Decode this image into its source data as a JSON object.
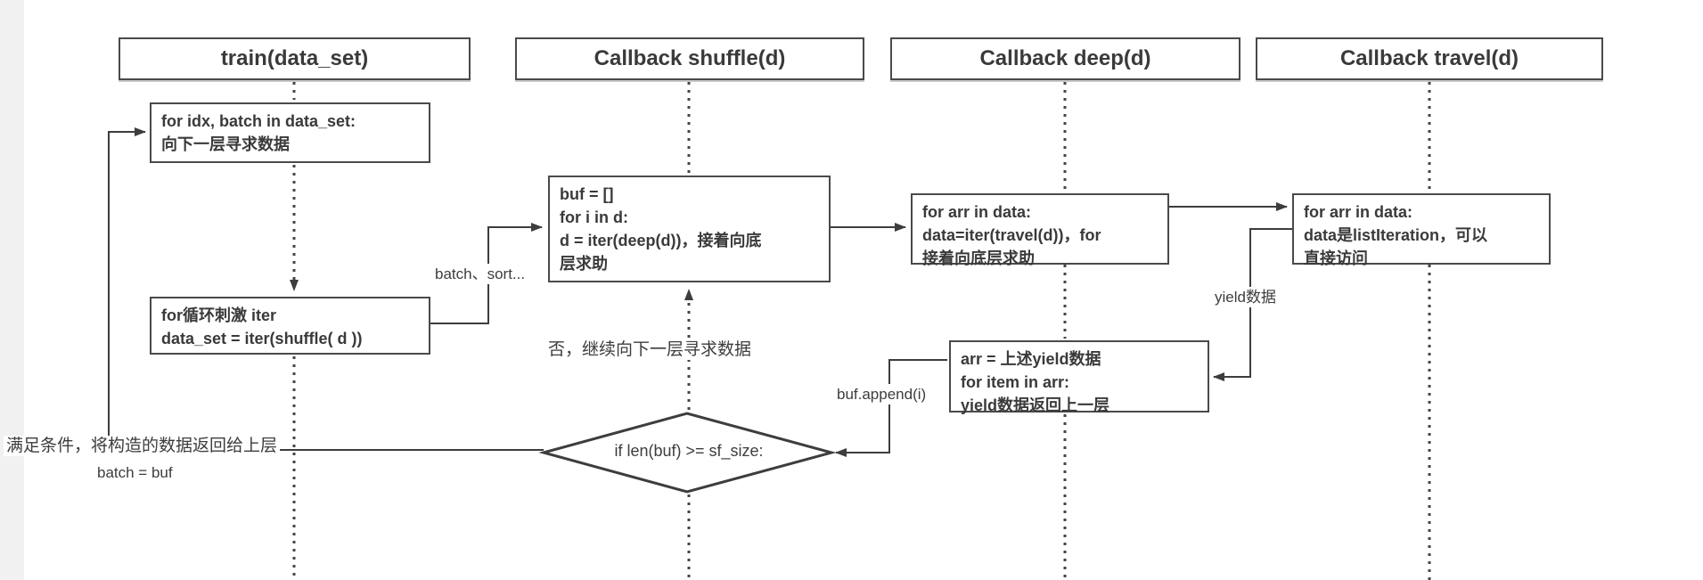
{
  "diagram": {
    "headers": [
      {
        "label": "train(data_set)"
      },
      {
        "label": "Callback shuffle(d)"
      },
      {
        "label": "Callback deep(d)"
      },
      {
        "label": "Callback travel(d)"
      }
    ],
    "boxes": {
      "train_loop": "for idx, batch in data_set:\n向下一层寻求数据",
      "train_iter": "for循环刺激 iter\ndata_set = iter(shuffle( d ))",
      "shuffle_body": "buf = []\nfor i in d:\nd = iter(deep(d))，接着向底\n层求助",
      "deep_body": "for arr in data:\ndata=iter(travel(d))，for\n接着向底层求助",
      "travel_body": "for arr in data:\ndata是listIteration，可以\n直接访问",
      "yield_body": "arr = 上述yield数据\nfor item in arr:\nyield数据返回上一层"
    },
    "decision": "if len(buf) >= sf_size:",
    "labels": {
      "batch_sort": "batch、sort...",
      "no_continue": "否，继续向下一层寻求数据",
      "buf_append": "buf.append(i)",
      "yield_data": "yield数据",
      "cond_return": "满足条件，将构造的数据返回给上层",
      "batch_buf": "batch = buf"
    },
    "colors": {
      "line": "#404040",
      "text": "#3a3a3a",
      "strip": "#f1f1f1",
      "background": "#ffffff"
    }
  }
}
